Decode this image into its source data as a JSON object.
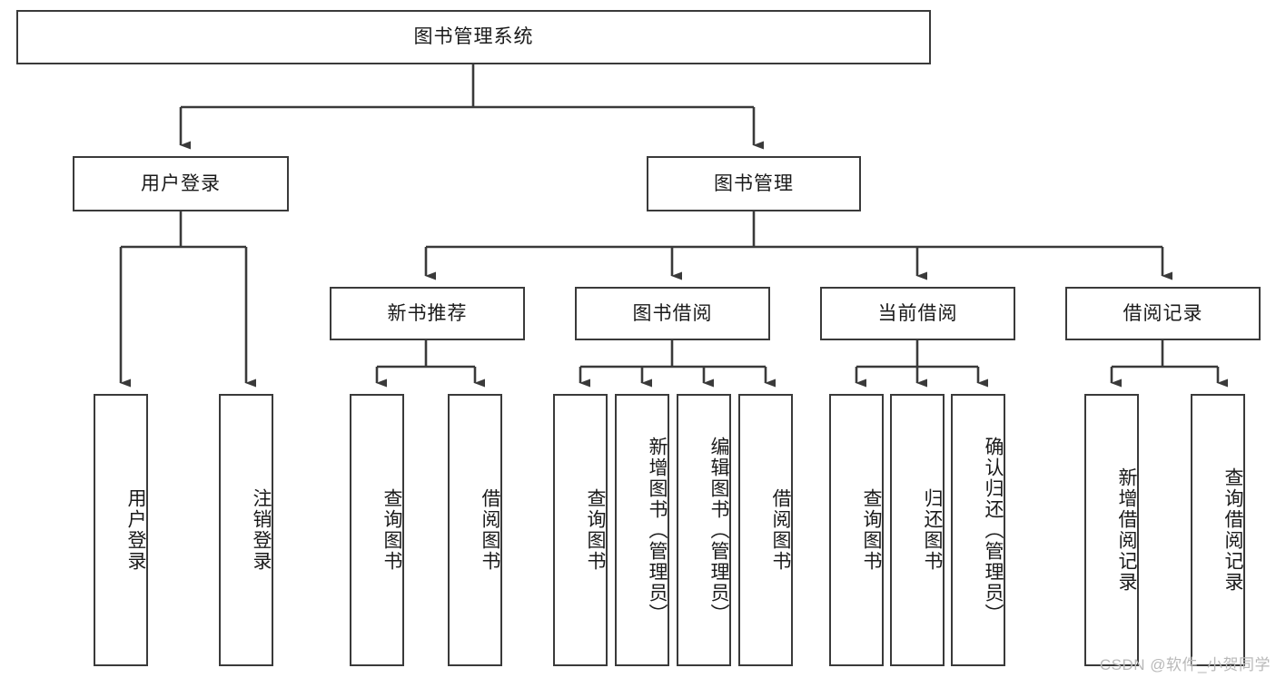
{
  "diagram": {
    "title": "图书管理系统",
    "type": "hierarchy-tree",
    "root": {
      "label": "图书管理系统"
    },
    "level2": [
      {
        "label": "用户登录"
      },
      {
        "label": "图书管理"
      }
    ],
    "level3": [
      {
        "label": "新书推荐"
      },
      {
        "label": "图书借阅"
      },
      {
        "label": "当前借阅"
      },
      {
        "label": "借阅记录"
      }
    ],
    "leaves": {
      "user_login": [
        {
          "label": "用户登录"
        },
        {
          "label": "注销登录"
        }
      ],
      "new_book_recommend": [
        {
          "label": "查询图书"
        },
        {
          "label": "借阅图书"
        }
      ],
      "book_borrow": [
        {
          "label": "查询图书"
        },
        {
          "label": "新增图书（管理员）"
        },
        {
          "label": "编辑图书（管理员）"
        },
        {
          "label": "借阅图书"
        }
      ],
      "current_borrow": [
        {
          "label": "查询图书"
        },
        {
          "label": "归还图书"
        },
        {
          "label": "确认归还（管理员）"
        }
      ],
      "borrow_record": [
        {
          "label": "新增借阅记录"
        },
        {
          "label": "查询借阅记录"
        }
      ]
    }
  },
  "watermark": {
    "text": "CSDN @软件_小贺同学"
  },
  "colors": {
    "border": "#3a3a3a",
    "background": "#ffffff",
    "text": "#1a1a1a",
    "watermark": "#b9b9b9"
  }
}
